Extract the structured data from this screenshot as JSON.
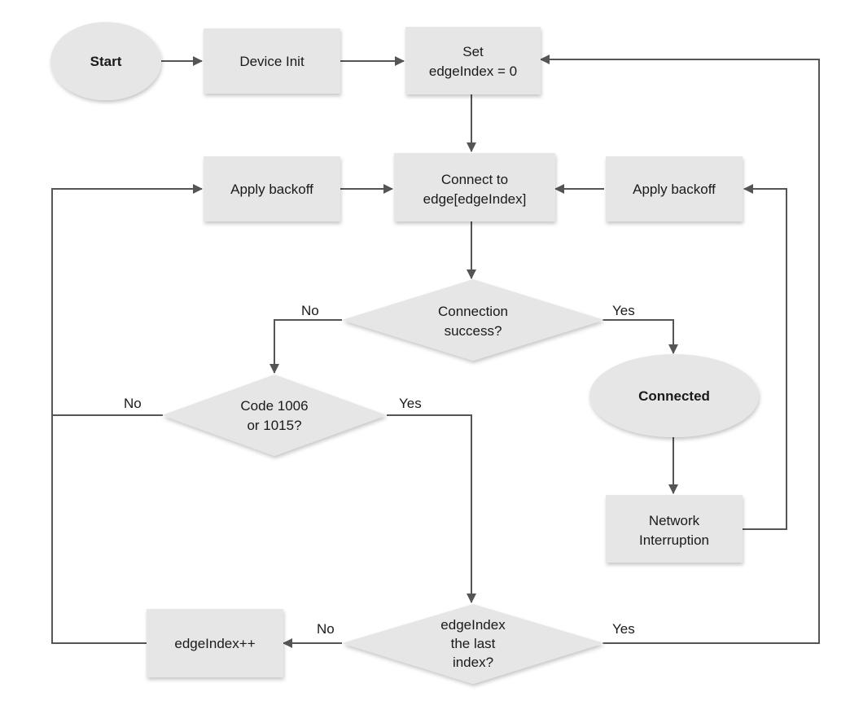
{
  "diagram": {
    "nodes": [
      {
        "id": "start",
        "shape": "ellipse",
        "lines": [
          "Start"
        ],
        "bold": true
      },
      {
        "id": "device_init",
        "shape": "rect",
        "lines": [
          "Device Init"
        ]
      },
      {
        "id": "set_edge",
        "shape": "rect",
        "lines": [
          "Set",
          "edgeIndex = 0"
        ]
      },
      {
        "id": "backoff_left",
        "shape": "rect",
        "lines": [
          "Apply backoff"
        ]
      },
      {
        "id": "connect",
        "shape": "rect",
        "lines": [
          "Connect to",
          "edge[edgeIndex]"
        ]
      },
      {
        "id": "backoff_right",
        "shape": "rect",
        "lines": [
          "Apply backoff"
        ]
      },
      {
        "id": "conn_success",
        "shape": "diamond",
        "lines": [
          "Connection",
          "success?"
        ]
      },
      {
        "id": "code_check",
        "shape": "diamond",
        "lines": [
          "Code 1006",
          "or 1015?"
        ]
      },
      {
        "id": "connected",
        "shape": "ellipse",
        "lines": [
          "Connected"
        ],
        "bold": true
      },
      {
        "id": "net_interrupt",
        "shape": "rect",
        "lines": [
          "Network",
          "Interruption"
        ]
      },
      {
        "id": "last_index",
        "shape": "diamond",
        "lines": [
          "edgeIndex",
          "the last",
          "index?"
        ]
      },
      {
        "id": "edge_inc",
        "shape": "rect",
        "lines": [
          "edgeIndex++"
        ]
      }
    ],
    "edges": [
      {
        "id": "start-init",
        "from": "start",
        "to": "device_init",
        "label": ""
      },
      {
        "id": "init-set",
        "from": "device_init",
        "to": "set_edge",
        "label": ""
      },
      {
        "id": "set-connect",
        "from": "set_edge",
        "to": "connect",
        "label": ""
      },
      {
        "id": "backoffL-connect",
        "from": "backoff_left",
        "to": "connect",
        "label": ""
      },
      {
        "id": "backoffR-connect",
        "from": "backoff_right",
        "to": "connect",
        "label": ""
      },
      {
        "id": "connect-success",
        "from": "connect",
        "to": "conn_success",
        "label": ""
      },
      {
        "id": "success-no",
        "from": "conn_success",
        "to": "code_check",
        "label": "No"
      },
      {
        "id": "success-yes",
        "from": "conn_success",
        "to": "connected",
        "label": "Yes"
      },
      {
        "id": "code-no",
        "from": "code_check",
        "to": "backoff_left",
        "label": "No"
      },
      {
        "id": "code-yes",
        "from": "code_check",
        "to": "last_index",
        "label": "Yes"
      },
      {
        "id": "connected-net",
        "from": "connected",
        "to": "net_interrupt",
        "label": ""
      },
      {
        "id": "net-backoffR",
        "from": "net_interrupt",
        "to": "backoff_right",
        "label": ""
      },
      {
        "id": "last-no",
        "from": "last_index",
        "to": "edge_inc",
        "label": "No"
      },
      {
        "id": "last-yes",
        "from": "last_index",
        "to": "set_edge",
        "label": "Yes"
      },
      {
        "id": "inc-backoffL",
        "from": "edge_inc",
        "to": "backoff_left",
        "label": ""
      }
    ]
  }
}
